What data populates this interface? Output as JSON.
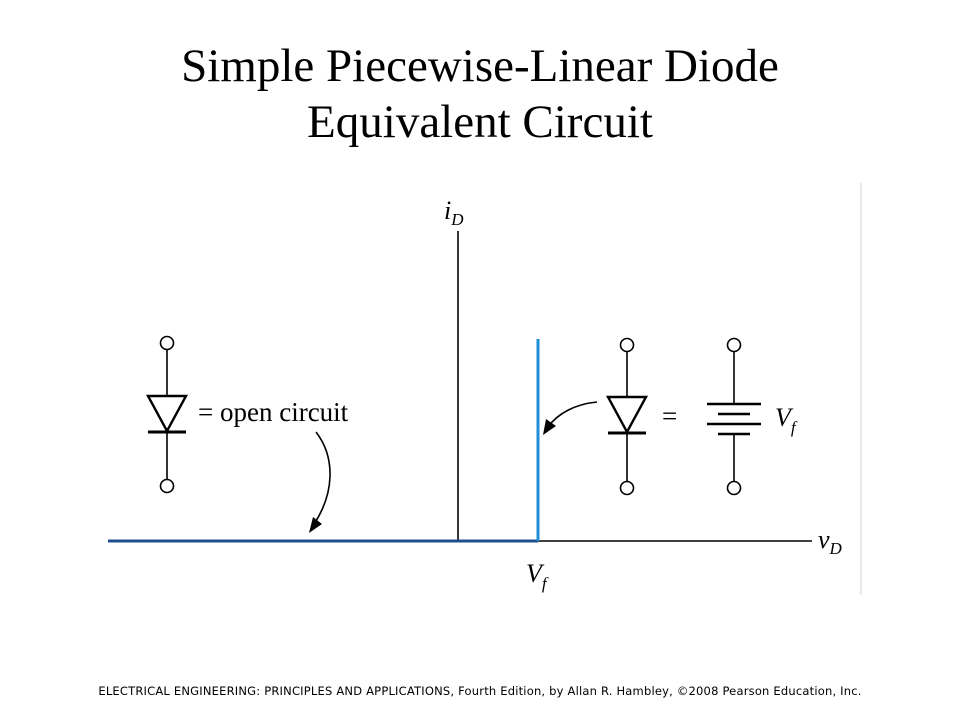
{
  "slide": {
    "title_line1": "Simple Piecewise-Linear Diode",
    "title_line2": "Equivalent Circuit",
    "footer": "ELECTRICAL ENGINEERING: PRINCIPLES AND APPLICATIONS, Fourth Edition, by Allan R. Hambley, ©2008 Pearson Education, Inc."
  },
  "diagram": {
    "y_axis_label": {
      "main": "i",
      "sub": "D"
    },
    "x_axis_label": {
      "main": "v",
      "sub": "D"
    },
    "x_tick_label": {
      "main": "V",
      "sub": "f"
    },
    "open_circuit_text": "= open circuit",
    "equals_sign": "=",
    "source_label": {
      "main": "V",
      "sub": "f"
    }
  },
  "colors": {
    "characteristic": "#1f8fd8",
    "baseline": "#1f4e8c",
    "axis": "#000000",
    "frame": "#e2e2e2"
  }
}
